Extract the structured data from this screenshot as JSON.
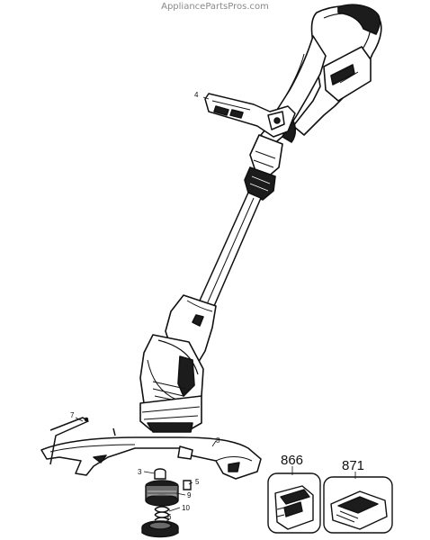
{
  "watermark": "AppliancePartsPros.com",
  "callouts": {
    "c4": "4",
    "c7": "7",
    "c8": "8",
    "c3": "3",
    "c5": "5",
    "c9": "9",
    "c10": "10",
    "c6": "6",
    "c866": "866",
    "c871": "871"
  },
  "colors": {
    "line": "#111111",
    "fill_light": "#ffffff",
    "fill_dark": "#1c1c1c",
    "fill_mid": "#6a6a6a"
  }
}
